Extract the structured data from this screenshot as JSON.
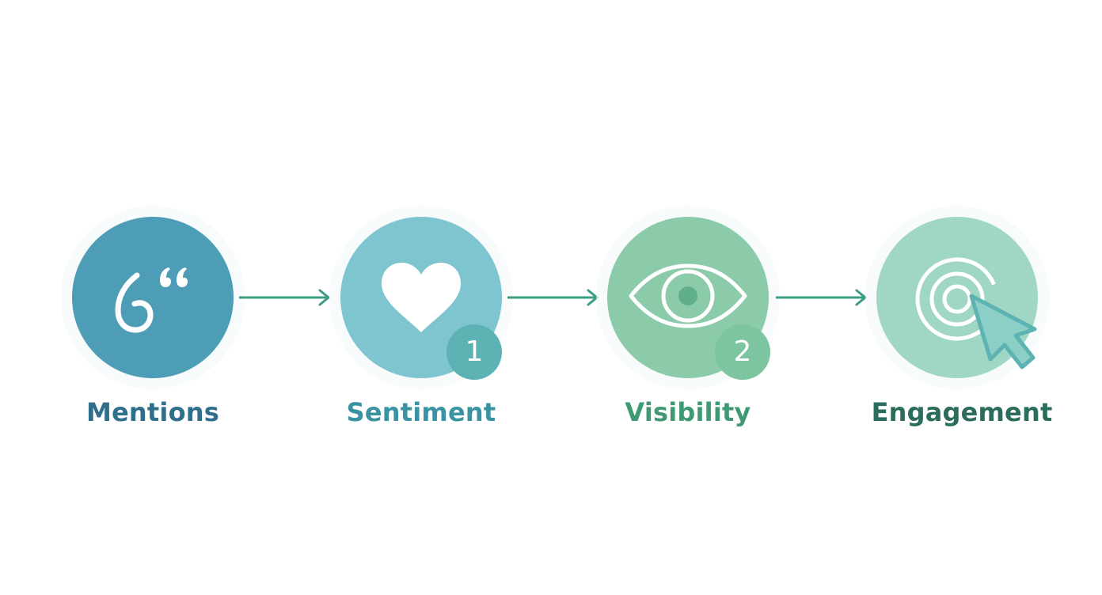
{
  "steps": [
    {
      "label": "Mentions",
      "icon": "quote-icon",
      "circle_color": "#4c9db5",
      "label_color": "#2f6f8c"
    },
    {
      "label": "Sentiment",
      "icon": "heart-icon",
      "circle_color": "#7ec5cf",
      "label_color": "#3a93a3",
      "badge": "1",
      "badge_color": "#5db3b3"
    },
    {
      "label": "Visibility",
      "icon": "eye-icon",
      "circle_color": "#8ccbaa",
      "label_color": "#3f9a73",
      "badge": "2",
      "badge_color": "#7dc4a1"
    },
    {
      "label": "Engagement",
      "icon": "target-cursor-icon",
      "circle_color": "#9fd6c4",
      "label_color": "#2c6c5c"
    }
  ],
  "arrow_color": "#3d9c86"
}
